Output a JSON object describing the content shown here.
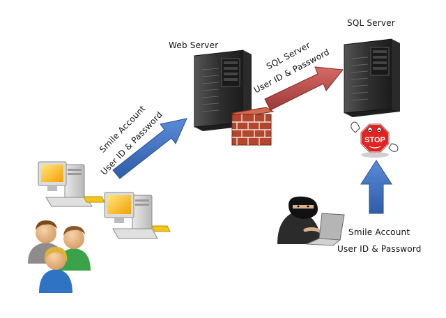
{
  "labels": {
    "web_server": "Web Server",
    "sql_server_top": "SQL Server",
    "arrow1_line1": "Smile Account",
    "arrow1_line2": "User ID & Password",
    "arrow2_line1": "SQL Server",
    "arrow2_line2": "User ID & Password",
    "attacker_line1": "Smile Account",
    "attacker_line2": "User ID & Password",
    "stop_sign": "STOP"
  },
  "icons": [
    "client-computer-icon",
    "users-group-icon",
    "web-server-tower-icon",
    "firewall-brick-icon",
    "sql-server-tower-icon",
    "stop-sign-mascot-icon",
    "hacker-with-laptop-icon"
  ],
  "colors": {
    "blue_arrow": "#4472c4",
    "red_arrow": "#c0504d",
    "brick": "#b3472e",
    "server_body": "#3a3a3a"
  }
}
